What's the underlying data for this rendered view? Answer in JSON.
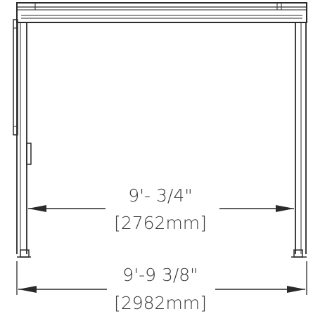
{
  "dimensions": {
    "inner": {
      "imperial": "9'- 3/4\"",
      "metric": "2762mm"
    },
    "outer": {
      "imperial": "9'-9 3/8\"",
      "metric": "2982mm"
    }
  }
}
